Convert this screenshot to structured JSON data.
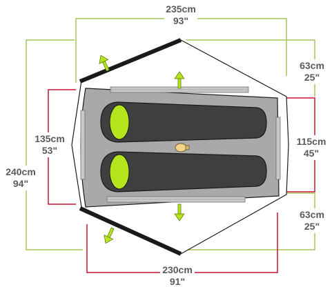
{
  "colors": {
    "outer_dimension": "#a3c55a",
    "inner_dimension": "#c8102e",
    "tent_outline": "#1a1a1a",
    "floor": "#a9a9a9",
    "vestibule_area": "#ffffff",
    "sleeping_bag": "#3f3f3f",
    "head_oval": "#b5e61d",
    "arrow": "#b5e61d",
    "mesh": "#8c8c8c",
    "lamp": "#f2d48a"
  },
  "dimensions": {
    "top_width": {
      "cm": "235cm",
      "in": "93\""
    },
    "bottom_width": {
      "cm": "230cm",
      "in": "91\""
    },
    "left_total": {
      "cm": "240cm",
      "in": "94\""
    },
    "left_inner": {
      "cm": "135cm",
      "in": "53\""
    },
    "right_top_vestibule": {
      "cm": "63cm",
      "in": "25\""
    },
    "right_inner": {
      "cm": "115cm",
      "in": "45\""
    },
    "right_bottom_vestibule": {
      "cm": "63cm",
      "in": "25\""
    }
  },
  "sleeping_bags": 2,
  "door_arrows": 4,
  "icons": [
    "door-arrow-icon",
    "lamp-icon",
    "sleeping-bag-icon",
    "mesh-pocket-icon"
  ]
}
